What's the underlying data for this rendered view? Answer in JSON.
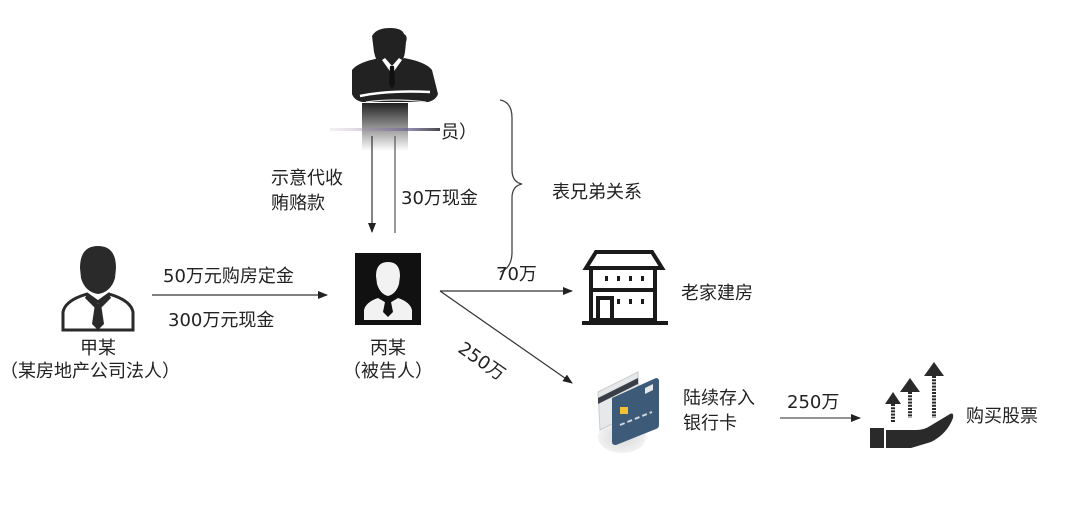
{
  "diagram": {
    "nodes": {
      "official": {
        "label_partial": "员）",
        "icon": "official-arms-crossed-icon"
      },
      "jia": {
        "name": "甲某",
        "role": "（某房地产公司法人）",
        "icon": "businessman-icon"
      },
      "bing": {
        "name": "丙某",
        "role": "（被告人）",
        "icon": "defendant-avatar-icon"
      },
      "house": {
        "label": "老家建房",
        "icon": "house-icon"
      },
      "bank_card": {
        "label_line1": "陆续存入",
        "label_line2": "银行卡",
        "icon": "bank-card-icon"
      },
      "stocks": {
        "label": "购买股票",
        "icon": "stock-growth-hand-icon"
      }
    },
    "edges": {
      "official_to_bing_label_line1": "示意代收",
      "official_to_bing_label_line2": "贿赂款",
      "bing_to_official_label": "30万现金",
      "jia_to_bing_label_top": "50万元购房定金",
      "jia_to_bing_label_bottom": "300万元现金",
      "bing_to_house_label": "70万",
      "bing_to_card_label": "250万",
      "card_to_stocks_label": "250万"
    },
    "relationship": {
      "label": "表兄弟关系"
    },
    "colors": {
      "ink": "#222222",
      "line": "#333333",
      "card_blue": "#3d5a78",
      "card_chip": "#f2c230"
    }
  }
}
